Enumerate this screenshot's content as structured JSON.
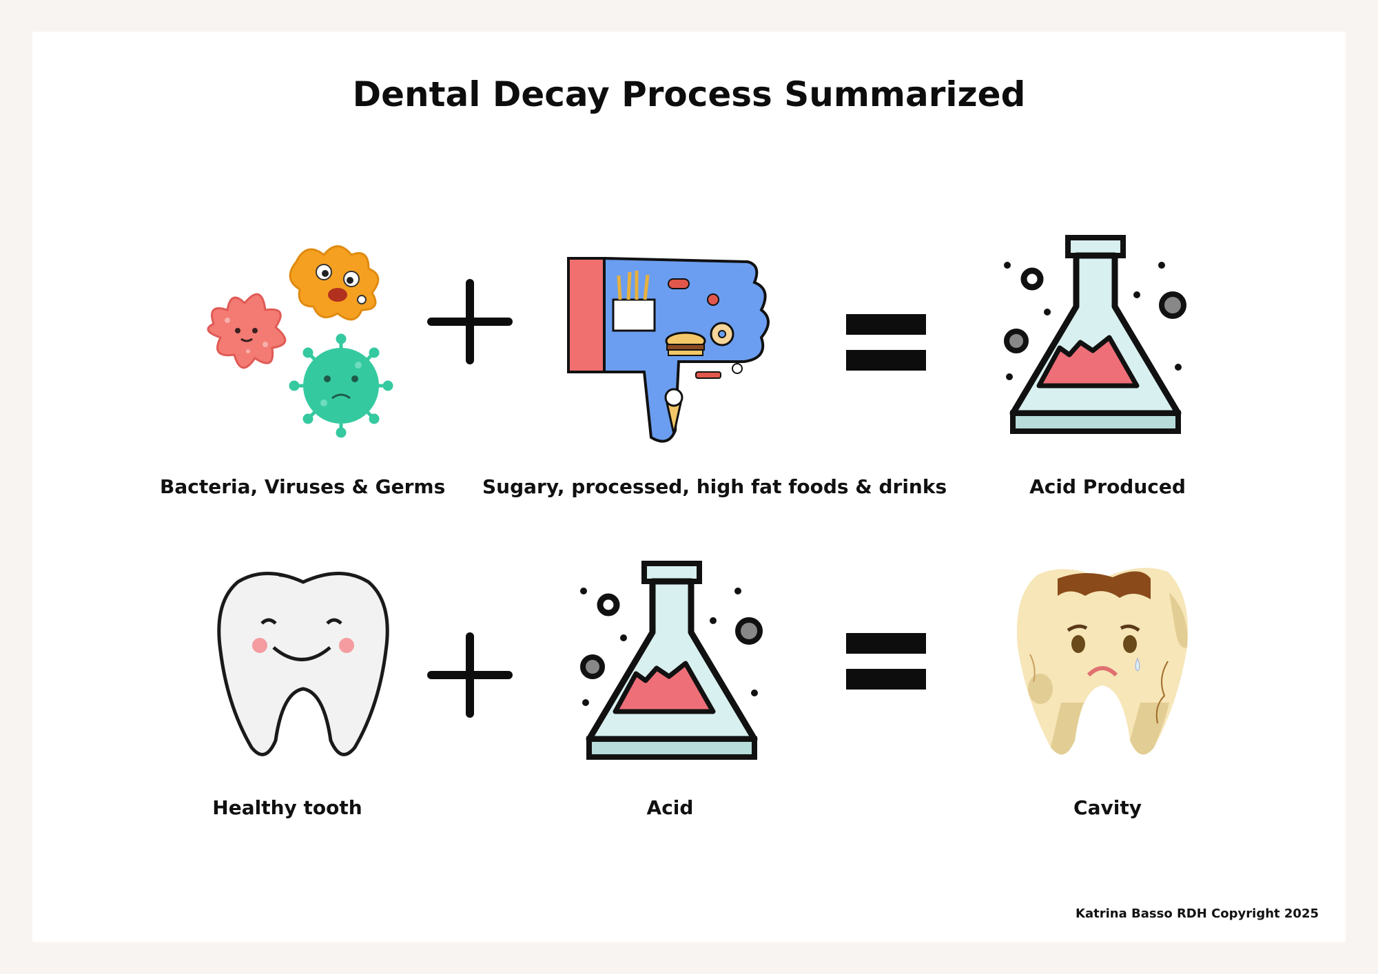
{
  "title": "Dental Decay Process Summarized",
  "row1": {
    "item1_label": "Bacteria, Viruses & Germs",
    "item2_label": "Sugary, processed, high fat foods & drinks",
    "result_label": "Acid Produced"
  },
  "row2": {
    "item1_label": "Healthy tooth",
    "item2_label": "Acid",
    "result_label": "Cavity"
  },
  "credit": "Katrina Basso RDH Copyright 2025",
  "icons": [
    "germs-icon",
    "junk-food-thumbs-down-icon",
    "acid-flask-icon",
    "healthy-tooth-icon",
    "cavity-tooth-icon",
    "plus-icon",
    "equals-icon"
  ],
  "colors": {
    "text": "#111111",
    "flask_glass": "#d8f0ef",
    "flask_liquid": "#ee6f78",
    "germ_orange": "#f5a020",
    "germ_red": "#f37b73",
    "germ_green": "#35c9a0",
    "hand_blue": "#6b9ef0",
    "cavity_yellow": "#f6e6b8"
  }
}
